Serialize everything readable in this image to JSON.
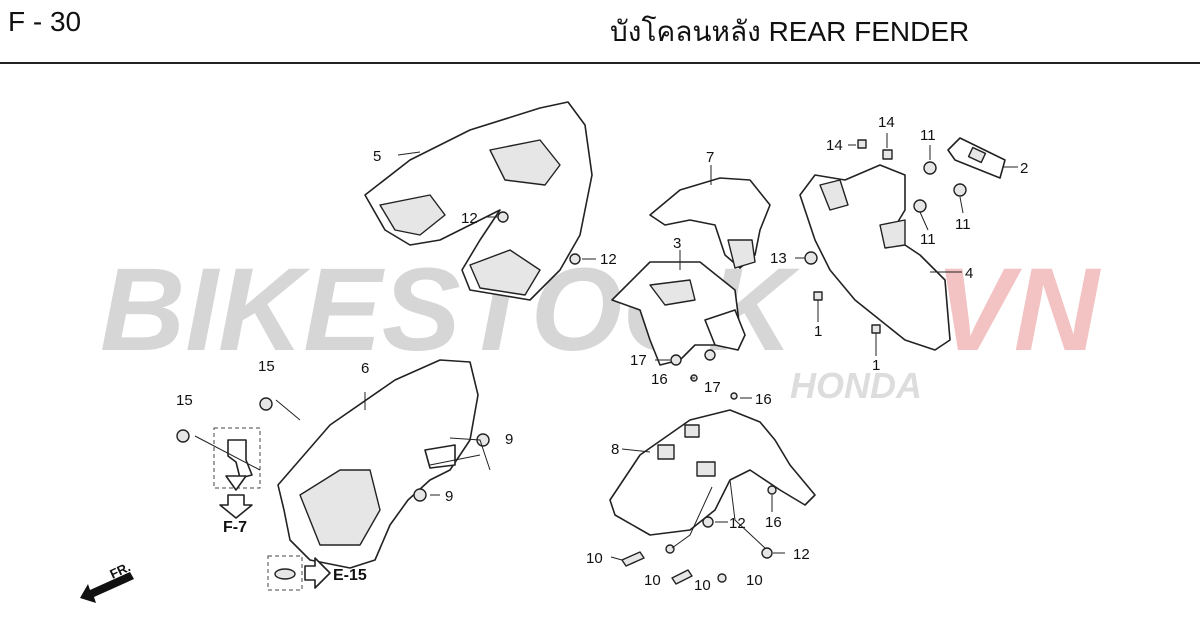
{
  "header": {
    "page_code": "F - 30",
    "title": "บังโคลนหลัง  REAR FENDER"
  },
  "watermark": {
    "brand_left": "BIKESTOCK",
    "brand_right": "VN",
    "sub": "HONDA",
    "color_grey": "#cfcfcf",
    "color_red": "#f2b8b8"
  },
  "references": {
    "f7": "F-7",
    "e15": "E-15",
    "front": "FR."
  },
  "callouts": {
    "c1a": "1",
    "c1b": "1",
    "c2": "2",
    "c3": "3",
    "c4": "4",
    "c5": "5",
    "c6": "6",
    "c7": "7",
    "c8": "8",
    "c9a": "9",
    "c9b": "9",
    "c10a": "10",
    "c10b": "10",
    "c10c": "10",
    "c10d": "10",
    "c11a": "11",
    "c11b": "11",
    "c11c": "11",
    "c12a": "12",
    "c12b": "12",
    "c12c": "12",
    "c12d": "12",
    "c13": "13",
    "c14a": "14",
    "c14b": "14",
    "c15a": "15",
    "c15b": "15",
    "c16a": "16",
    "c16b": "16",
    "c16c": "16",
    "c17a": "17",
    "c17b": "17"
  }
}
